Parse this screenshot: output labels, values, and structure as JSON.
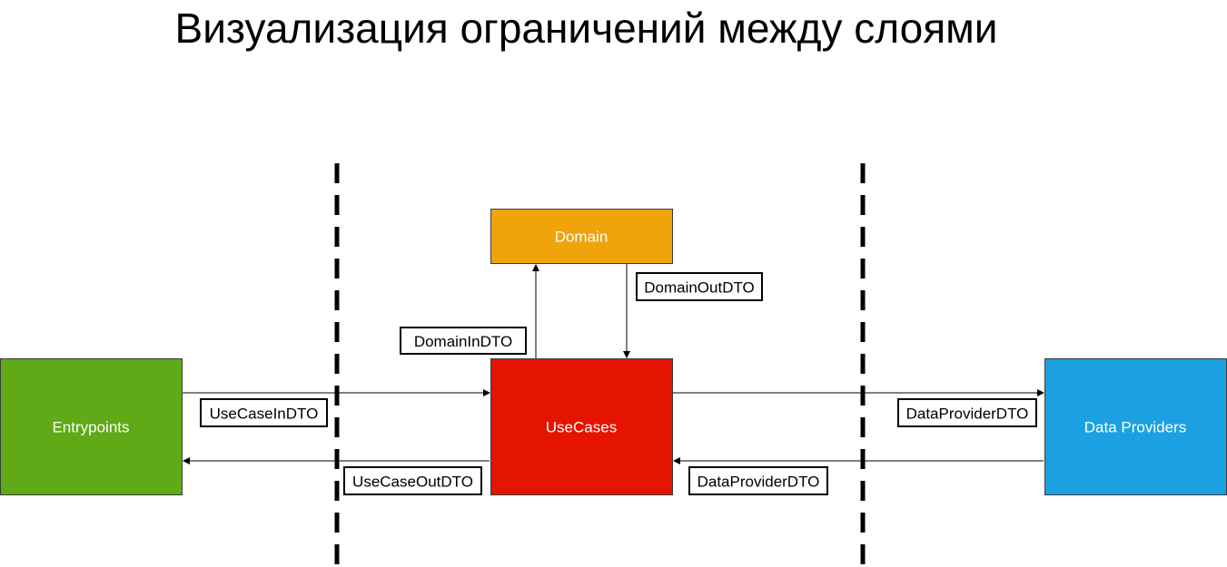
{
  "title": "Визуализация ограничений между слоями",
  "colors": {
    "entrypoints": "#60a917",
    "usecases": "#e51400",
    "domain": "#f0a30a",
    "data_providers": "#1ba1e2",
    "border": "#3a3a3a",
    "arrow": "#000000"
  },
  "boxes": {
    "entrypoints": "Entrypoints",
    "usecases": "UseCases",
    "domain": "Domain",
    "data_providers": "Data Providers"
  },
  "labels": {
    "usecase_in_dto": "UseCaseInDTO",
    "usecase_out_dto": "UseCaseOutDTO",
    "domain_in_dto": "DomainInDTO",
    "domain_out_dto": "DomainOutDTO",
    "data_provider_dto_top": "DataProviderDTO",
    "data_provider_dto_bottom": "DataProviderDTO"
  }
}
